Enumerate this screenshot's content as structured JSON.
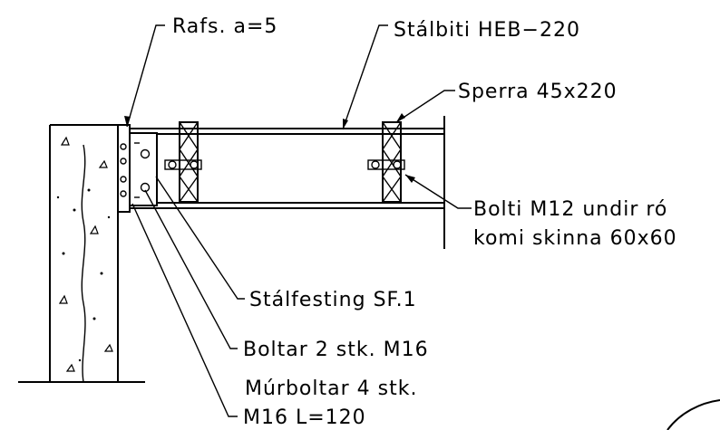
{
  "labels": {
    "weld": "Rafs. a=5",
    "beam": "Stálbiti HEB−220",
    "rafter": "Sperra 45x220",
    "bolt_line1": "Bolti M12 undir ró",
    "bolt_line2": "komi skinna 60x60",
    "bracket": "Stálfesting SF.1",
    "bolts": "Boltar 2 stk. M16",
    "anchor_line1": "Múrboltar 4 stk.",
    "anchor_line2": "M16 L=120"
  }
}
